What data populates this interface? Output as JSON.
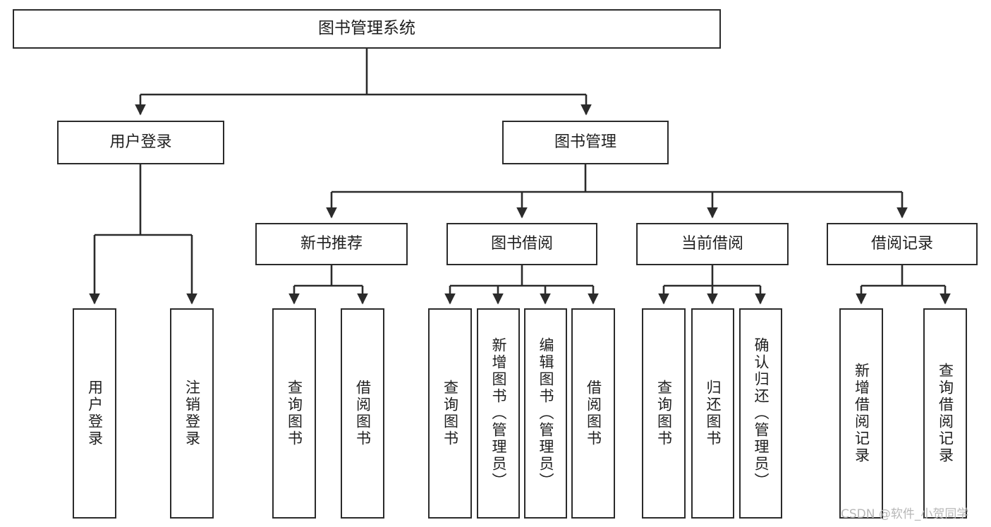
{
  "diagram": {
    "title": "图书管理系统",
    "type": "tree",
    "levels": {
      "root": {
        "label": "图书管理系统"
      },
      "level2": [
        {
          "label": "用户登录"
        },
        {
          "label": "图书管理"
        }
      ],
      "level3": [
        {
          "label": "新书推荐"
        },
        {
          "label": "图书借阅"
        },
        {
          "label": "当前借阅"
        },
        {
          "label": "借阅记录"
        }
      ],
      "leaves": [
        {
          "label": "用户登录",
          "parent": "用户登录"
        },
        {
          "label": "注销登录",
          "parent": "用户登录"
        },
        {
          "label": "查询图书",
          "parent": "新书推荐"
        },
        {
          "label": "借阅图书",
          "parent": "新书推荐"
        },
        {
          "label": "查询图书",
          "parent": "图书借阅"
        },
        {
          "label": "新增图书（管理员）",
          "parent": "图书借阅"
        },
        {
          "label": "编辑图书（管理员）",
          "parent": "图书借阅"
        },
        {
          "label": "借阅图书",
          "parent": "图书借阅"
        },
        {
          "label": "查询图书",
          "parent": "当前借阅"
        },
        {
          "label": "归还图书",
          "parent": "当前借阅"
        },
        {
          "label": "确认归还（管理员）",
          "parent": "当前借阅"
        },
        {
          "label": "新增借阅记录",
          "parent": "借阅记录"
        },
        {
          "label": "查询借阅记录",
          "parent": "借阅记录"
        }
      ]
    },
    "colors": {
      "stroke": "#2b2b2b",
      "fill": "#ffffff",
      "text": "#1f1f1f",
      "watermark": "#b7b7b7"
    }
  },
  "watermark": {
    "text": "CSDN @软件_小贺同学"
  }
}
